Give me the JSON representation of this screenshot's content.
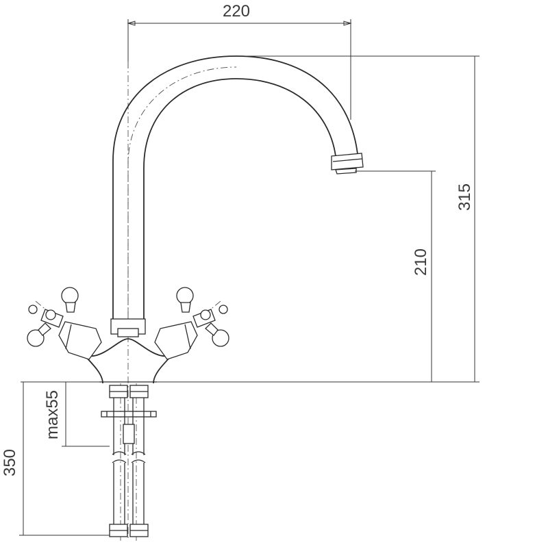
{
  "dimensions": {
    "spout_reach": "220",
    "total_height": "315",
    "spout_height": "210",
    "max_deck_thickness": "max55",
    "hose_length": "350"
  },
  "colors": {
    "line": "#2b2b2b",
    "text": "#3a3a3a",
    "background": "#ffffff"
  }
}
